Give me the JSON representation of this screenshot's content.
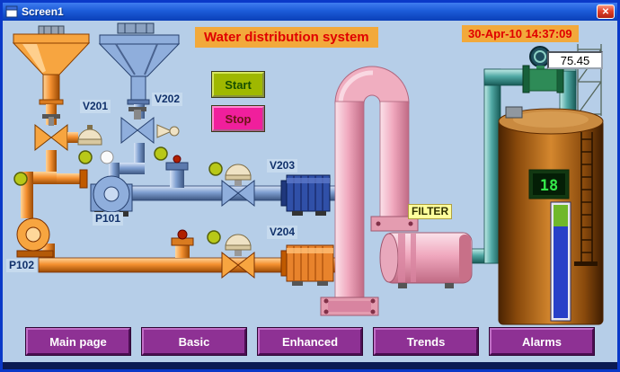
{
  "window": {
    "title": "Screen1"
  },
  "icons": {
    "close_glyph": "✕"
  },
  "header": {
    "title": "Water distribution system",
    "datetime": "30-Apr-10 14:37:09"
  },
  "flow_readout": {
    "value": "75.45"
  },
  "controls": {
    "start_label": "Start",
    "stop_label": "Stop"
  },
  "equipment": {
    "v201": "V201",
    "v202": "V202",
    "v203": "V203",
    "v204": "V204",
    "p101": "P101",
    "p102": "P102",
    "filter": "FILTER"
  },
  "tank": {
    "level_display": "18"
  },
  "nav_buttons": [
    {
      "label": "Main page"
    },
    {
      "label": "Basic"
    },
    {
      "label": "Enhanced"
    },
    {
      "label": "Trends"
    },
    {
      "label": "Alarms"
    }
  ],
  "colors": {
    "canvas_bg": "#B6CEE8",
    "titlebar": "#1C5CD8",
    "header_bg": "#F2A93B",
    "header_text": "#E00000",
    "start_bg": "#9FB800",
    "start_text": "#174F00",
    "stop_bg": "#F01F9C",
    "stop_text": "#6B1414",
    "nav_bg": "#8E3194",
    "nav_text": "#FFFFFF",
    "pipe_orange": "#F49030",
    "pipe_blue": "#7E9ED0",
    "pipe_pink": "#F2AFC2",
    "pipe_teal": "#58B0AC",
    "tank_brown": "#B96A14",
    "indicator": "#B8C818",
    "filter_label_bg": "#FFFF9C"
  }
}
